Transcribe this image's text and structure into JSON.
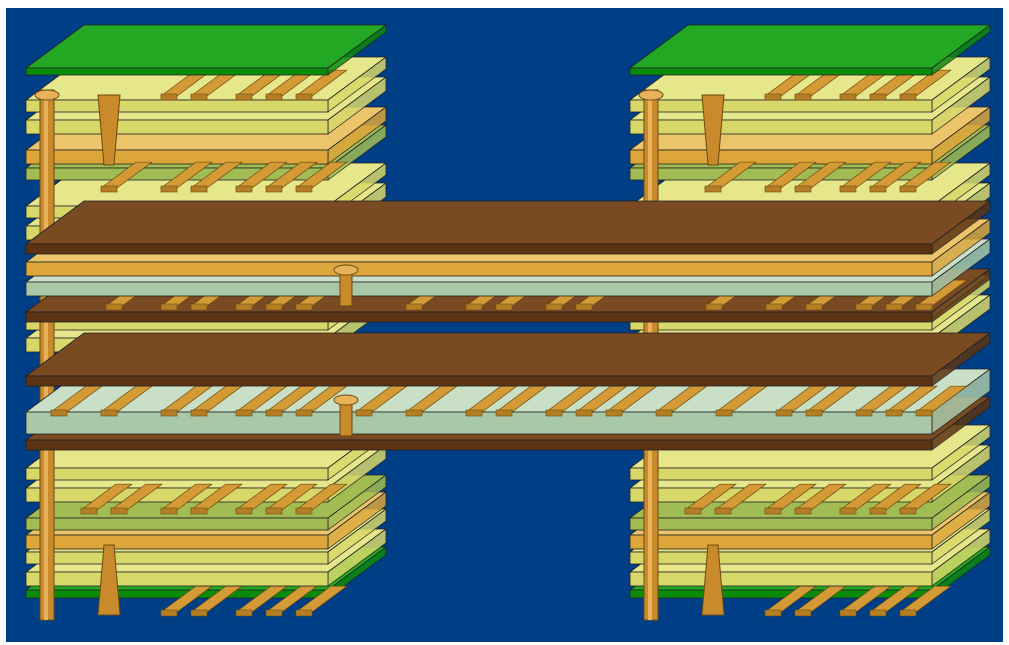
{
  "diagram": {
    "kind": "rigid-flex-pcb-stackup",
    "texture": "none-text",
    "colors": {
      "background": "#003f86",
      "frame": "#ffffff",
      "outline": "#000000",
      "soldermask": "#0a8c0a",
      "soldermask_top": "#22a822",
      "prepreg": "#d8d86a",
      "prepreg_top": "#e6e68a",
      "copper_plane": "#dca63a",
      "copper_plane_top": "#ecc46a",
      "core_green": "#a0bc52",
      "polyimide": "#5c3413",
      "polyimide_top": "#7a4a22",
      "flex_core": "#a9c8a8",
      "flex_core_top": "#c9e0c6",
      "copper_trace": "#d49a35",
      "via": "#c98a2b",
      "via_highlight": "#e8b25a"
    },
    "sections": [
      "rigid-left",
      "flex-middle",
      "rigid-right"
    ]
  }
}
